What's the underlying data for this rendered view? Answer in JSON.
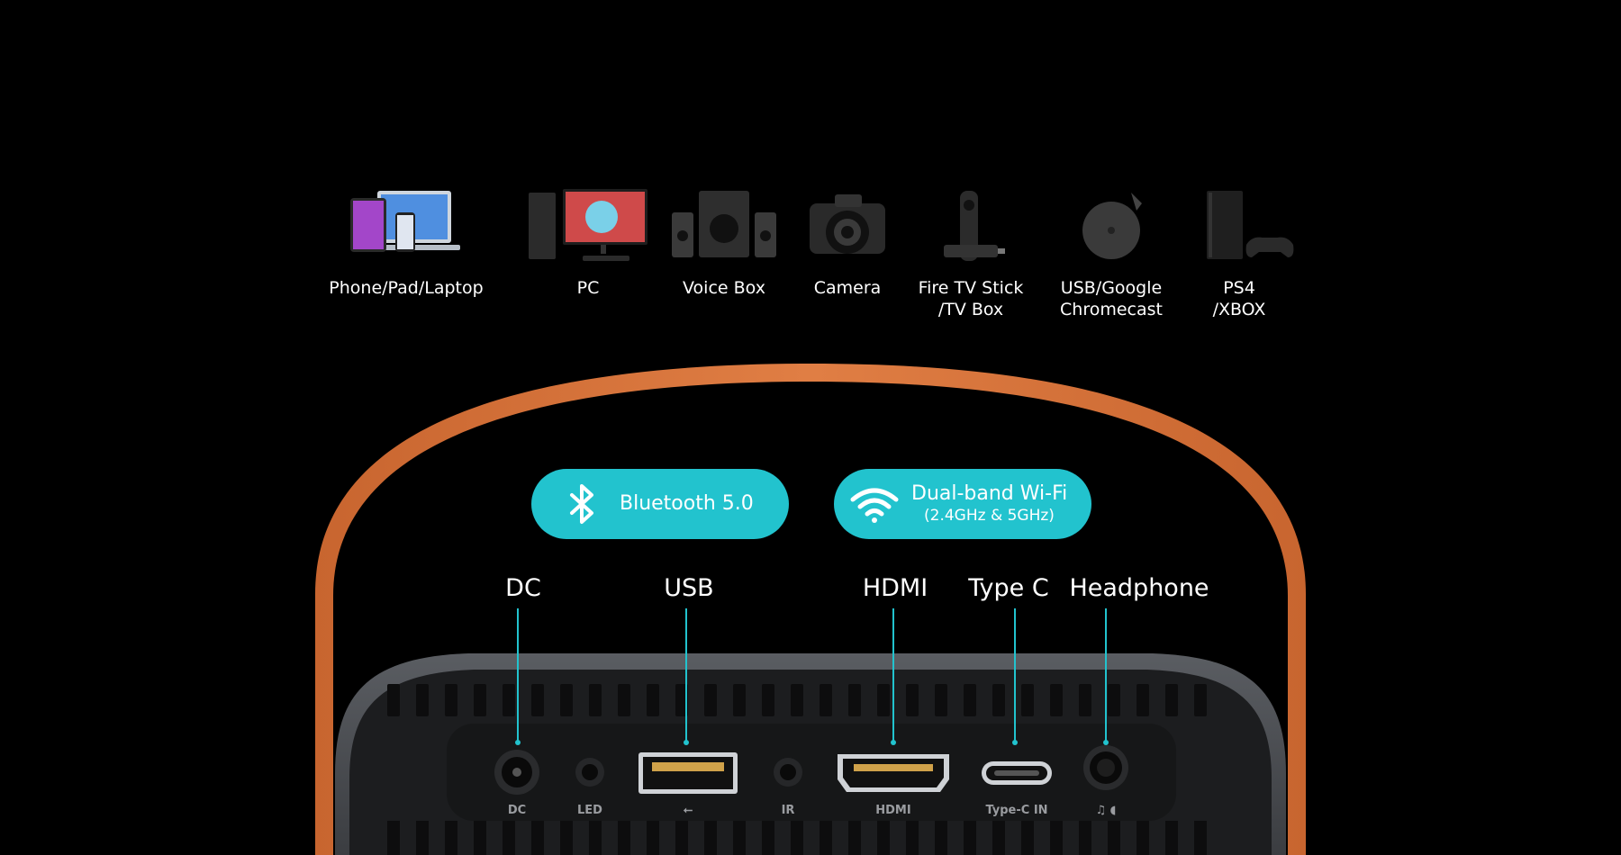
{
  "devices": [
    {
      "label": "Phone/Pad/Laptop",
      "icon": "phone-pad-laptop-icon"
    },
    {
      "label": "PC",
      "icon": "pc-icon"
    },
    {
      "label": "Voice Box",
      "icon": "speaker-icon"
    },
    {
      "label": "Camera",
      "icon": "camera-icon"
    },
    {
      "label": "Fire TV Stick\n/TV Box",
      "icon": "fire-tv-stick-icon"
    },
    {
      "label": "USB/Google\nChromecast",
      "icon": "chromecast-icon"
    },
    {
      "label": "PS4\n/XBOX",
      "icon": "console-icon"
    }
  ],
  "badges": {
    "bluetooth": {
      "label": "Bluetooth 5.0",
      "icon": "bluetooth-icon"
    },
    "wifi": {
      "label": "Dual-band Wi-Fi",
      "sub": "(2.4GHz & 5GHz)",
      "icon": "wifi-icon"
    }
  },
  "ports": {
    "dc": "DC",
    "usb": "USB",
    "hdmi": "HDMI",
    "type_c": "Type C",
    "headphone": "Headphone"
  },
  "panel_labels": {
    "dc": "DC",
    "led": "LED",
    "usb": "⭠",
    "ir": "IR",
    "hdmi": "HDMI",
    "type_c": "Type-C IN",
    "headphone": "♫ ◖"
  },
  "colors": {
    "accent": "#22c3ce",
    "strap": "#d9733a",
    "background": "#000000"
  }
}
